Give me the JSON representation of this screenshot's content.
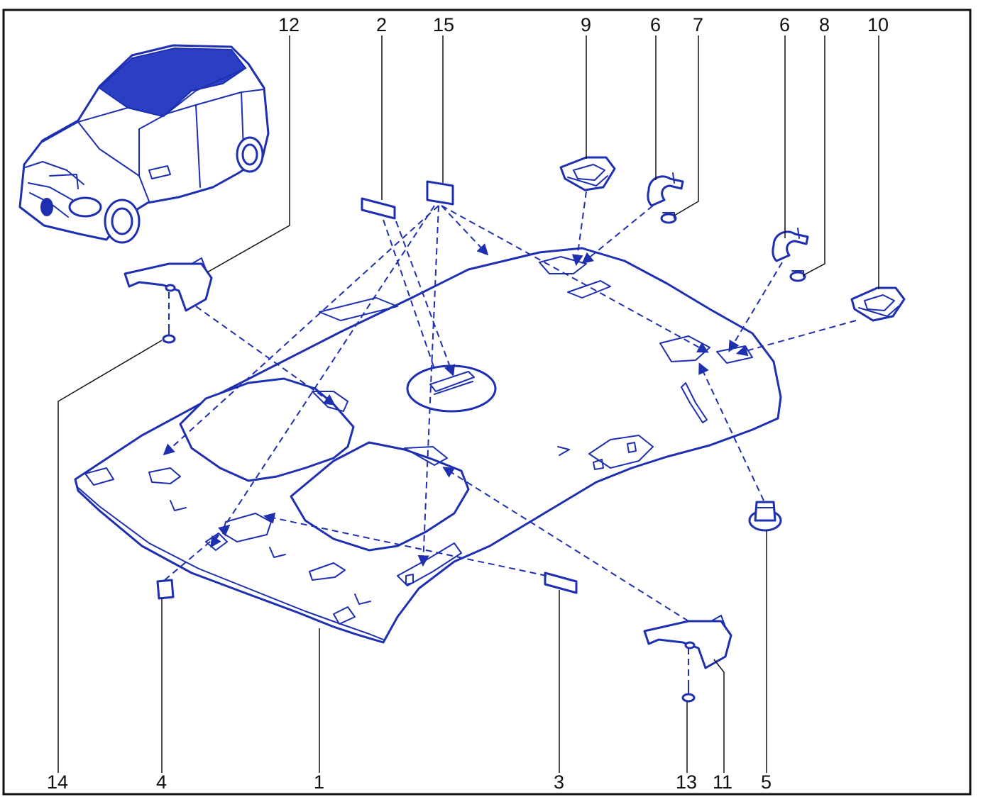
{
  "diagram": {
    "callouts": [
      "12",
      "2",
      "15",
      "9",
      "6",
      "7",
      "6",
      "8",
      "10",
      "14",
      "4",
      "1",
      "3",
      "13",
      "11",
      "5"
    ],
    "line_color": "#1e2fb0",
    "frame_color": "#111111"
  }
}
